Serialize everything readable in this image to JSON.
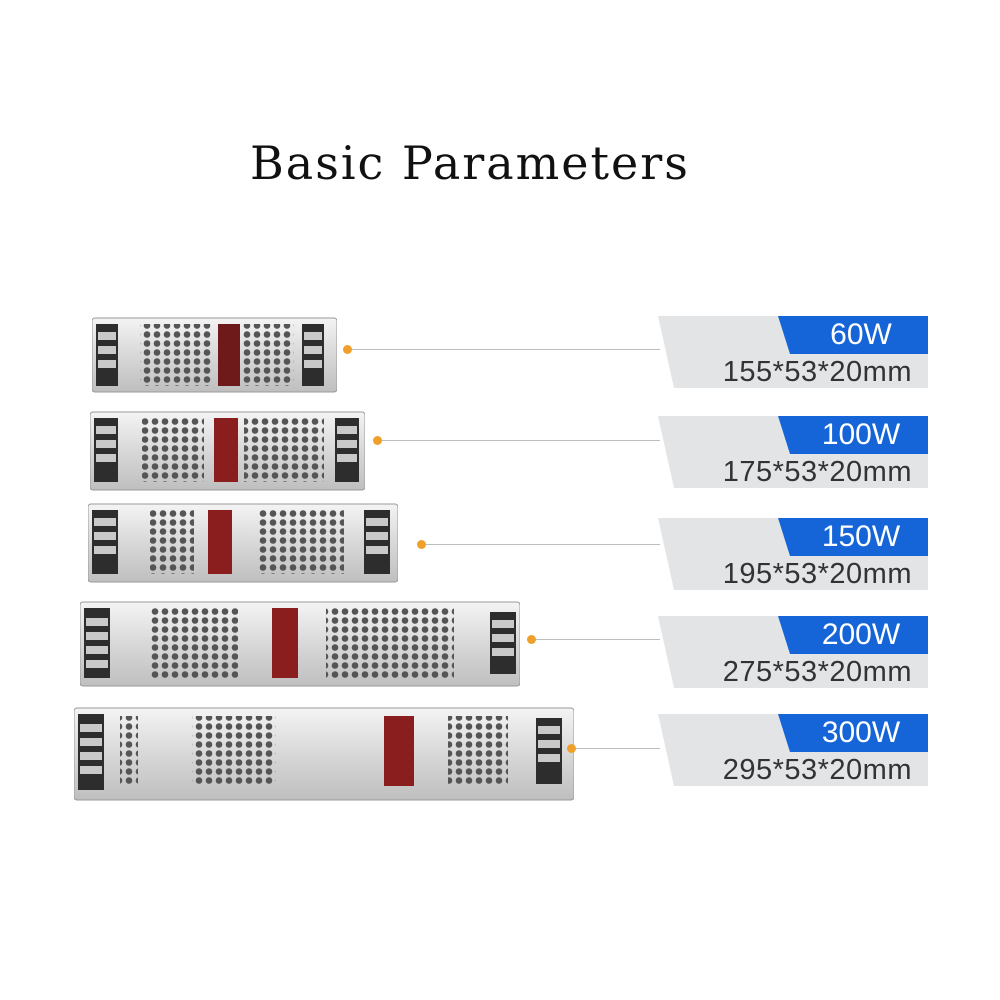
{
  "title": "Basic Parameters",
  "colors": {
    "accent": "#1565d8",
    "panel": "#e3e4e6",
    "dot": "#f0a02a"
  },
  "models": [
    {
      "watt": "60W",
      "size": "155*53*20mm"
    },
    {
      "watt": "100W",
      "size": "175*53*20mm"
    },
    {
      "watt": "150W",
      "size": "195*53*20mm"
    },
    {
      "watt": "200W",
      "size": "275*53*20mm"
    },
    {
      "watt": "300W",
      "size": "295*53*20mm"
    }
  ]
}
